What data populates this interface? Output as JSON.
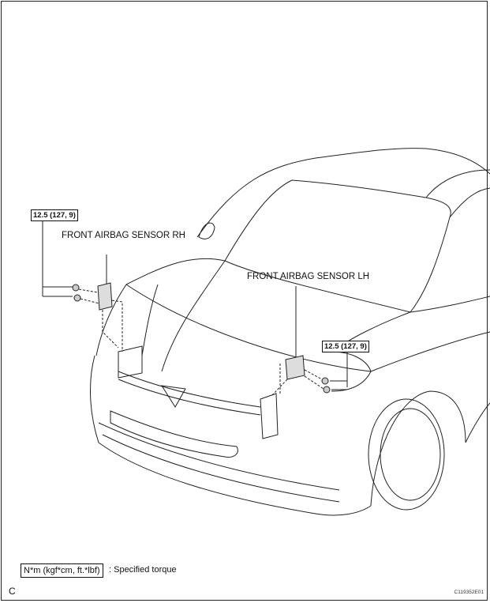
{
  "labels": {
    "sensor_rh": "FRONT AIRBAG SENSOR RH",
    "sensor_lh": "FRONT AIRBAG SENSOR LH"
  },
  "torques": {
    "rh": "12.5 (127, 9)",
    "lh": "12.5 (127, 9)"
  },
  "legend": {
    "unit": "N*m (kgf*cm, ft.*lbf)",
    "description": ": Specified torque"
  },
  "corner_letter": "C",
  "figure_code": "C119352E01"
}
